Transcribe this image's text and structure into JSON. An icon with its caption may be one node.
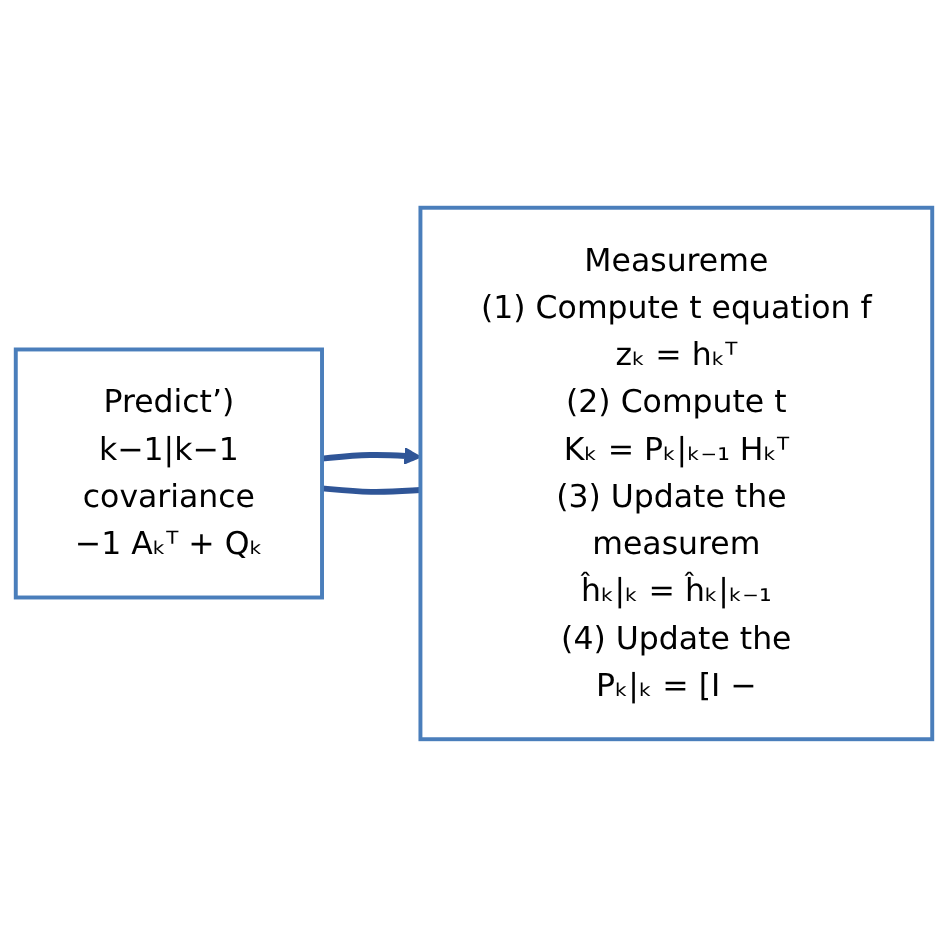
{
  "diagram": {
    "nodes": [
      {
        "text": [
          "Predict’)",
          "k−1|k−1",
          "covariance",
          "−1 Aₖᵀ + Qₖ"
        ]
      },
      {
        "text": [
          "Measureme",
          "(1) Compute t equation f",
          "zₖ = hₖᵀ",
          "(2) Compute t",
          "Kₖ = Pₖ|ₖ₋₁ Hₖᵀ",
          "(3) Update the measurem",
          "ĥₖ|ₖ = ĥₖ|ₖ₋₁",
          "(4) Update the",
          "Pₖ|ₖ = [I −"
        ]
      }
    ],
    "edges": [
      {
        "from": 0,
        "to": 1,
        "arrow": "to"
      },
      {
        "from": 1,
        "to": 0,
        "arrow": "none"
      }
    ]
  }
}
